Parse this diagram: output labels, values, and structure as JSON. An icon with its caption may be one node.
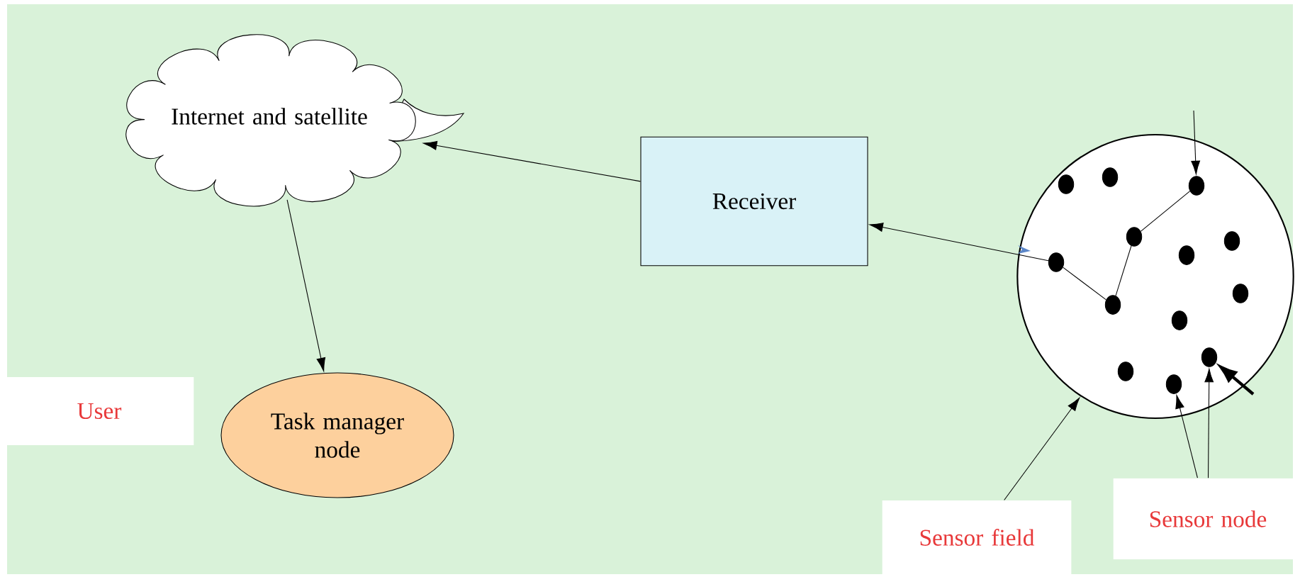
{
  "diagram": {
    "nodes": [
      {
        "text": [
          "Internet and satellite"
        ]
      },
      {
        "text": [
          "Receiver"
        ]
      },
      {
        "text": [
          "Task manager node"
        ]
      },
      {
        "text": [
          "User"
        ]
      },
      {
        "text": [],
        "shape": "circle"
      },
      {
        "text": [],
        "shape": "circle",
        "in": 4
      },
      {
        "text": [],
        "shape": "circle",
        "in": 4
      },
      {
        "text": [],
        "shape": "circle",
        "in": 4
      },
      {
        "text": [],
        "shape": "circle",
        "in": 4
      },
      {
        "text": [],
        "shape": "circle",
        "in": 4
      },
      {
        "text": [],
        "shape": "circle",
        "in": 4
      },
      {
        "text": [],
        "shape": "circle",
        "in": 4
      },
      {
        "text": [],
        "shape": "circle",
        "in": 4
      },
      {
        "text": [],
        "shape": "circle",
        "in": 4
      },
      {
        "text": [],
        "shape": "circle",
        "in": 4
      },
      {
        "text": [],
        "shape": "circle",
        "in": 4
      },
      {
        "text": [],
        "shape": "circle",
        "in": 4
      },
      {
        "text": [],
        "shape": "circle",
        "in": 4
      },
      {
        "text": [
          "Sensor field"
        ]
      },
      {
        "text": [
          "Sensor node"
        ]
      }
    ],
    "edges": [
      {
        "from": 1,
        "to": 0,
        "arrow": "to"
      },
      {
        "from": 11,
        "to": 1,
        "arrow": "to"
      },
      {
        "from": 0,
        "to": 2,
        "arrow": "to"
      },
      {
        "from": null,
        "to": 7,
        "arrow": "to"
      },
      {
        "from": null,
        "to": 15,
        "arrow": "to",
        "style": "thick"
      },
      {
        "from": 11,
        "to": 13,
        "arrow": "none"
      },
      {
        "from": 13,
        "to": 8,
        "arrow": "none"
      },
      {
        "from": 8,
        "to": 7,
        "arrow": "none"
      },
      {
        "from": 18,
        "to": 4,
        "arrow": "to"
      },
      {
        "from": 19,
        "to": 17,
        "arrow": "to"
      },
      {
        "from": 19,
        "to": 15,
        "arrow": "to"
      }
    ]
  }
}
